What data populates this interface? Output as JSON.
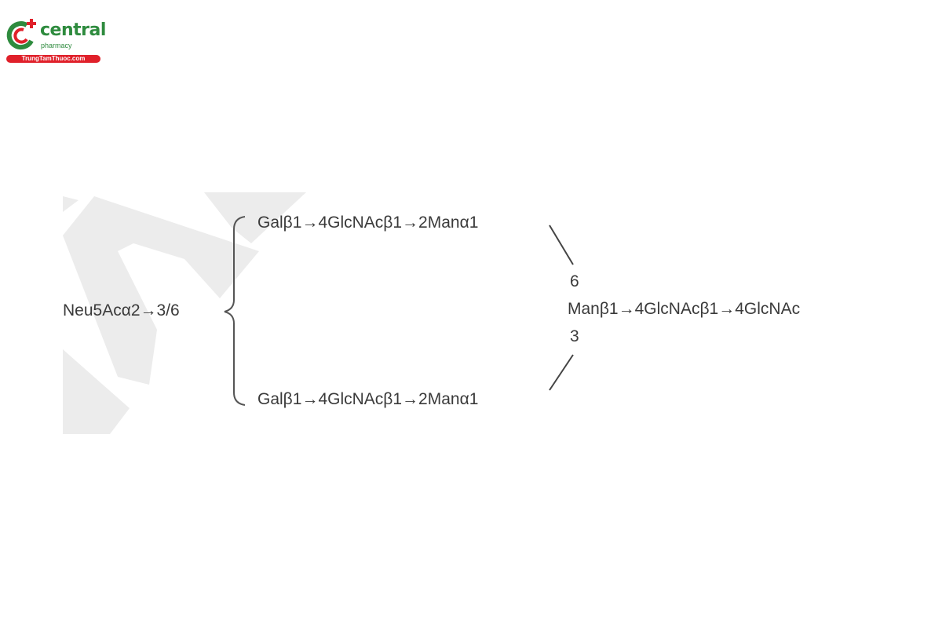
{
  "logo": {
    "name": "central",
    "sub": "pharmacy",
    "site": "TrungTamThuoc.com",
    "brand_green": "#2e8b3e",
    "brand_red": "#e0202a"
  },
  "diagram": {
    "left": "Neu5Acα2→3/6",
    "upper_branch": "Galβ1→4GlcNAcβ1→2Manα1",
    "lower_branch": "Galβ1→4GlcNAcβ1→2Manα1",
    "upper_link": "6",
    "lower_link": "3",
    "core": "Manβ1→4GlcNAcβ1→4GlcNAc",
    "text_color": "#3a3a3a",
    "watermark_color": "#ececec"
  }
}
